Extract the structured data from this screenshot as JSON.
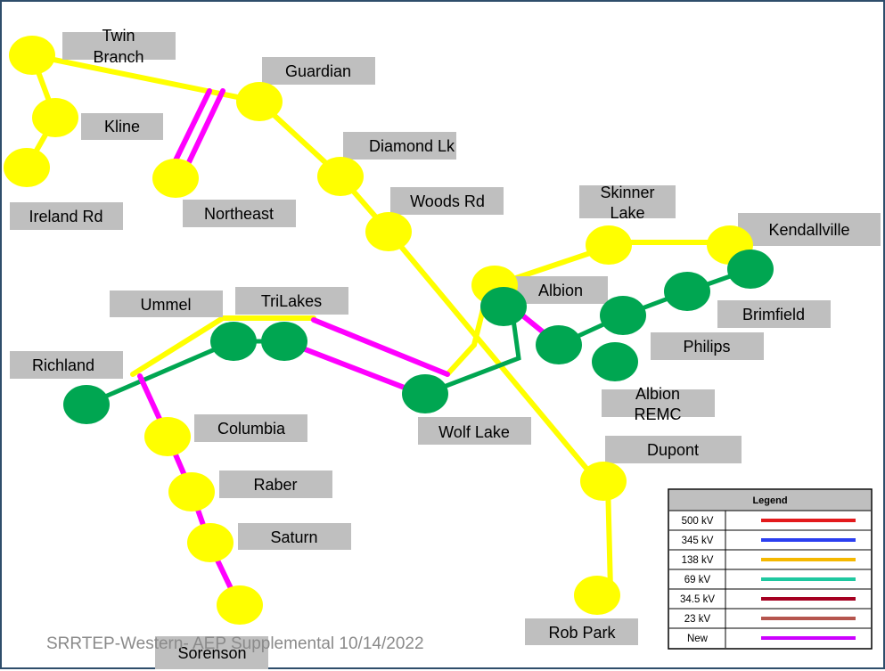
{
  "colors": {
    "line_138kv": "#ffff00",
    "line_69kv": "#00a651",
    "line_new": "#ff00ff",
    "node_yellow": "#ffff00",
    "node_green": "#00a651",
    "label_bg": "#bfbfbf"
  },
  "labels": {
    "twin_branch": [
      "Twin",
      "Branch"
    ],
    "guardian": "Guardian",
    "kline": "Kline",
    "ireland_rd": "Ireland Rd",
    "northeast": "Northeast",
    "diamond_lk": "Diamond Lk",
    "woods_rd": "Woods Rd",
    "skinner_lake": [
      "Skinner",
      "Lake"
    ],
    "kendallville": "Kendallville",
    "albion": "Albion",
    "brimfield": "Brimfield",
    "philips": "Philips",
    "albion_remc": [
      "Albion",
      "REMC"
    ],
    "ummel": "Ummel",
    "trilakes": "TriLakes",
    "richland": "Richland",
    "columbia": "Columbia",
    "wolf_lake": "Wolf Lake",
    "dupont": "Dupont",
    "raber": "Raber",
    "saturn": "Saturn",
    "sorenson": "Sorenson",
    "rob_park": "Rob Park"
  },
  "legend": {
    "title": "Legend",
    "items": [
      {
        "label": "500 kV",
        "color": "#e31a1c"
      },
      {
        "label": "345 kV",
        "color": "#2b3ff0"
      },
      {
        "label": "138 kV",
        "color": "#f5b800"
      },
      {
        "label": "69 kV",
        "color": "#1fc8a0"
      },
      {
        "label": "34.5 kV",
        "color": "#a50021"
      },
      {
        "label": "23 kV",
        "color": "#b5554e"
      },
      {
        "label": "New",
        "color": "#cc00ff"
      }
    ]
  },
  "footer": "SRRTEP-Western- AEP Supplemental  10/14/2022"
}
